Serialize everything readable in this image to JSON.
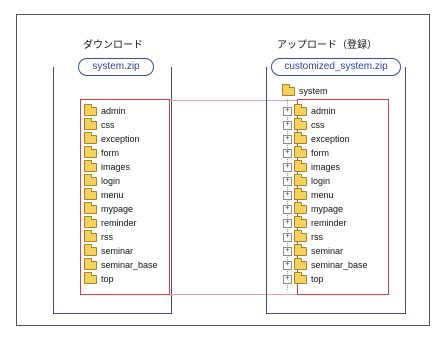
{
  "download": {
    "heading": "ダウンロード",
    "zip_name": "system.zip",
    "folders": [
      "admin",
      "css",
      "exception",
      "form",
      "images",
      "login",
      "menu",
      "mypage",
      "reminder",
      "rss",
      "seminar",
      "seminar_base",
      "top"
    ]
  },
  "upload": {
    "heading": "アップロード（登録）",
    "zip_name": "customized_system.zip",
    "root_folder": "system",
    "expand_glyph": "+",
    "folders": [
      "admin",
      "css",
      "exception",
      "form",
      "images",
      "login",
      "menu",
      "mypage",
      "reminder",
      "rss",
      "seminar",
      "seminar_base",
      "top"
    ]
  },
  "colors": {
    "panel_border": "#3a4d9c",
    "highlight_box": "#e03c3c",
    "connector": "#e8a0a0",
    "folder_fill": "#f5d25f"
  },
  "icons": {
    "folder": "folder-icon",
    "expand": "expand-plus-icon"
  }
}
